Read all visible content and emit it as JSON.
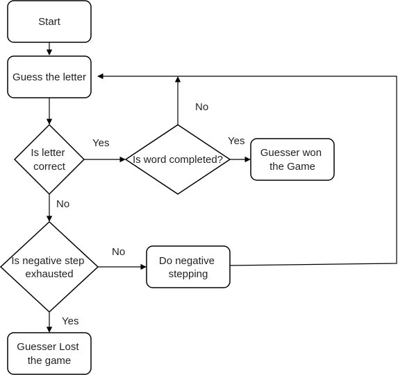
{
  "nodes": {
    "start": {
      "lines": [
        "Start"
      ]
    },
    "guess": {
      "lines": [
        "Guess the letter"
      ]
    },
    "letter_correct": {
      "lines": [
        "Is letter",
        "correct"
      ]
    },
    "word_completed": {
      "lines": [
        "Is word completed?"
      ]
    },
    "won": {
      "lines": [
        "Guesser won",
        "the Game"
      ]
    },
    "negative_exhausted": {
      "lines": [
        "Is negative step",
        "exhausted"
      ]
    },
    "do_negative": {
      "lines": [
        "Do negative",
        "stepping"
      ]
    },
    "lost": {
      "lines": [
        "Guesser Lost",
        "the game"
      ]
    }
  },
  "edges": {
    "correct_yes": "Yes",
    "correct_no": "No",
    "completed_no": "No",
    "completed_yes": "Yes",
    "exhausted_no": "No",
    "exhausted_yes": "Yes"
  }
}
